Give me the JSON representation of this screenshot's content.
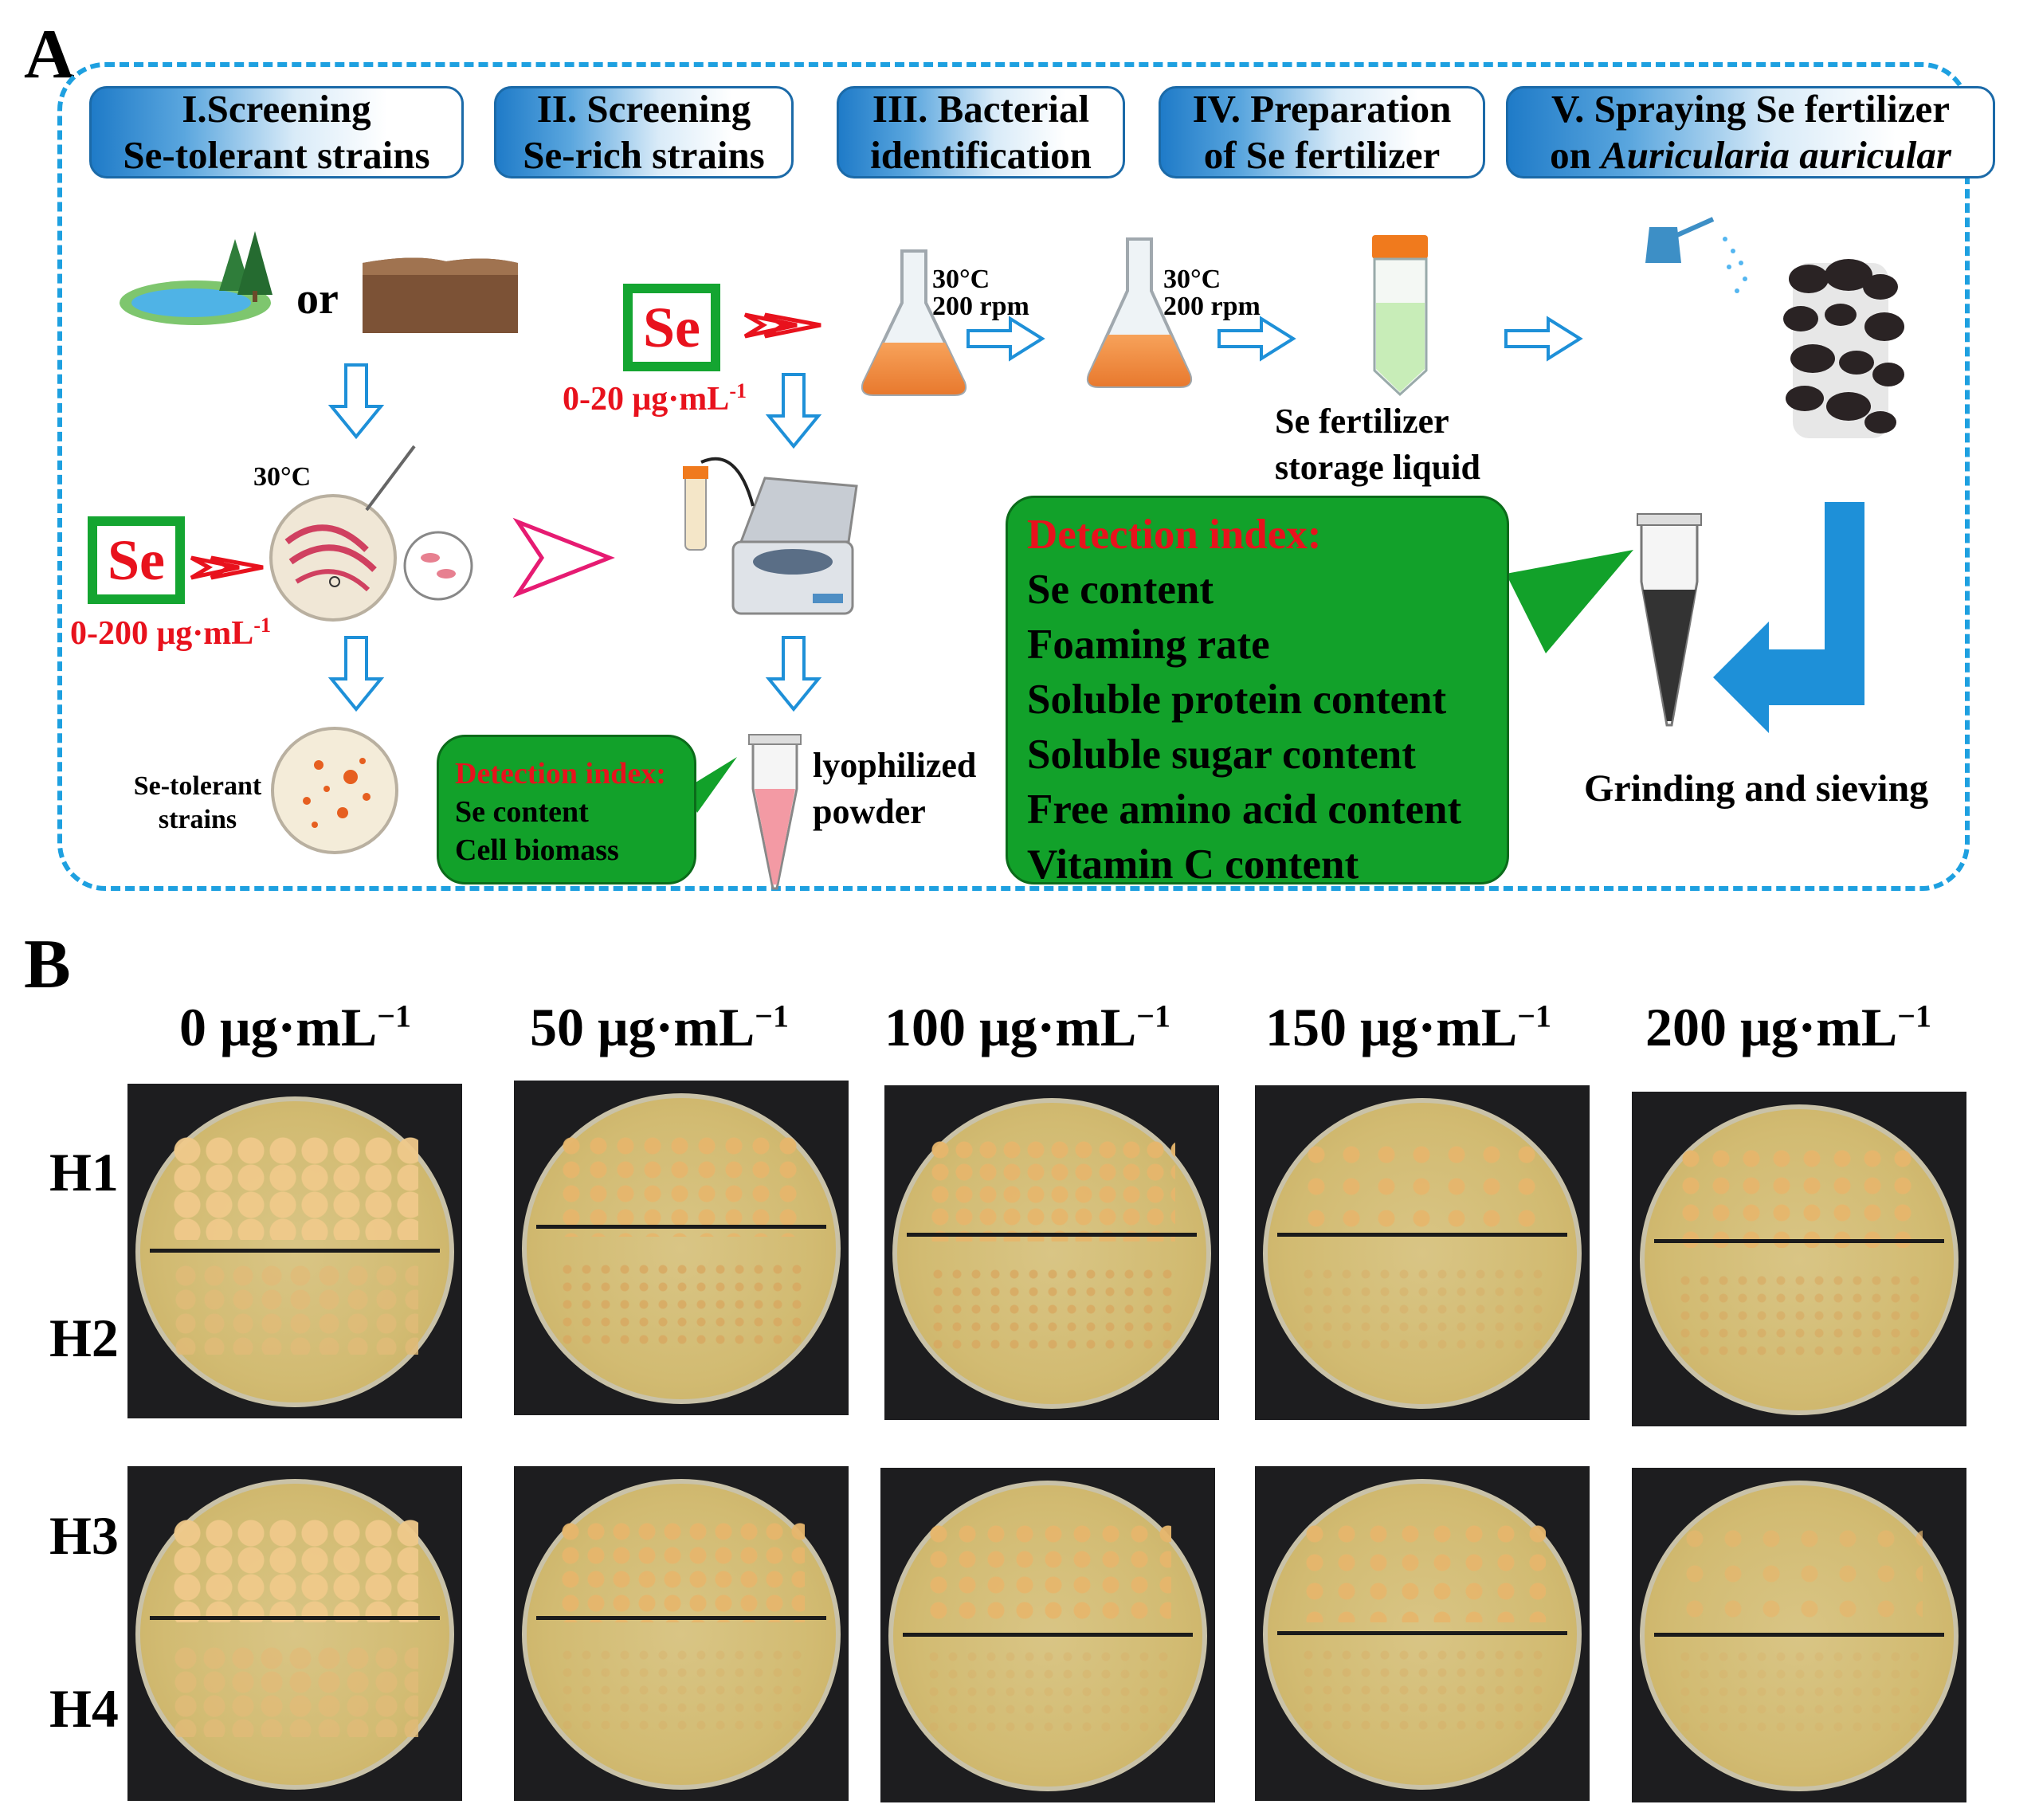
{
  "panel_a": {
    "letter": "A",
    "steps": [
      {
        "line1": "I.Screening",
        "line2": "Se-tolerant strains"
      },
      {
        "line1": "II. Screening",
        "line2": "Se-rich strains"
      },
      {
        "line1": "III. Bacterial",
        "line2": "identification"
      },
      {
        "line1": "IV. Preparation",
        "line2": "of Se fertilizer"
      },
      {
        "line1": "V. Spraying Se fertilizer",
        "line2_prefix": "on ",
        "line2_italic": "Auricularia auricular"
      }
    ],
    "or_label": "or",
    "se_symbol": "Se",
    "temp_30": "30°C",
    "flask1_temp": "30°C",
    "flask1_rpm": "200 rpm",
    "flask2_temp": "30°C",
    "flask2_rpm": "200 rpm",
    "conc_rich_prefix": "0-20 μg·mL",
    "conc_tol_prefix": "0-200 μg·mL",
    "conc_sup": "-1",
    "se_tolerant_line1": "Se-tolerant",
    "se_tolerant_line2": "strains",
    "lyophilized_line1": "lyophilized",
    "lyophilized_line2": "powder",
    "storage_line1": "Se fertilizer",
    "storage_line2": "storage liquid",
    "grinding": "Grinding and sieving",
    "small_detection": {
      "header": "Detection index:",
      "items": [
        "Se content",
        "Cell biomass"
      ]
    },
    "big_detection": {
      "header": "Detection index:",
      "items": [
        "Se content",
        "Foaming rate",
        "Soluble protein content",
        "Soluble sugar content",
        "Free amino acid content",
        "Vitamin C content"
      ]
    }
  },
  "panel_b": {
    "letter": "B",
    "concentrations": [
      "0 μg·mL",
      "50 μg·mL",
      "100 μg·mL",
      "150 μg·mL",
      "200 μg·mL"
    ],
    "conc_sup": "−1",
    "row_labels": [
      "H1",
      "H2",
      "H3",
      "H4"
    ]
  },
  "colors": {
    "frame": "#1ea0e0",
    "step_box": "#1f7bc8",
    "se_red": "#e8121d",
    "se_green": "#14a531",
    "bubble_green": "#12a12a",
    "arrow_blue": "#1e90d8",
    "arrow_pink": "#e61b72"
  }
}
